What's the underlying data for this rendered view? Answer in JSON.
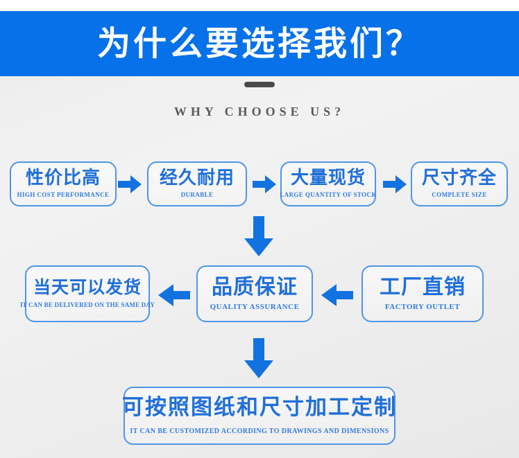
{
  "banner": {
    "title": "为什么要选择我们？"
  },
  "subtitle": {
    "divider": "dash",
    "text": "WHY CHOOSE US?"
  },
  "colors": {
    "banner_blue": "#0671e8",
    "box_border": "#4e96e8",
    "cn_text": "#1f6fd8",
    "en_text": "#2f7be0",
    "arrow_blue": "#1272e0",
    "subtitle_gray": "#5a5a5a",
    "background_gray": "#ededed"
  },
  "row1": {
    "boxes": [
      {
        "cn": "性价比高",
        "en": "HIGH COST PERFORMANCE"
      },
      {
        "cn": "经久耐用",
        "en": "DURABLE"
      },
      {
        "cn": "大量现货",
        "en": "LARGE QUANTITY OF STOCK"
      },
      {
        "cn": "尺寸齐全",
        "en": "COMPLETE SIZE"
      }
    ],
    "arrows": [
      "arrow-right-icon",
      "arrow-right-icon",
      "arrow-right-icon"
    ]
  },
  "row2": {
    "boxes": [
      {
        "cn": "当天可以发货",
        "en": "IT CAN BE DELIVERED ON THE SAME DAY"
      },
      {
        "cn": "品质保证",
        "en": "QUALITY ASSURANCE"
      },
      {
        "cn": "工厂直销",
        "en": "FACTORY OUTLET"
      }
    ],
    "arrows": [
      "arrow-left-icon",
      "arrow-left-icon"
    ]
  },
  "row3": {
    "box": {
      "cn": "可按照图纸和尺寸加工定制",
      "en": "IT CAN BE CUSTOMIZED ACCORDING TO DRAWINGS AND DIMENSIONS"
    }
  },
  "connectors": {
    "down_1": "arrow-down-icon",
    "down_2": "arrow-down-icon"
  }
}
